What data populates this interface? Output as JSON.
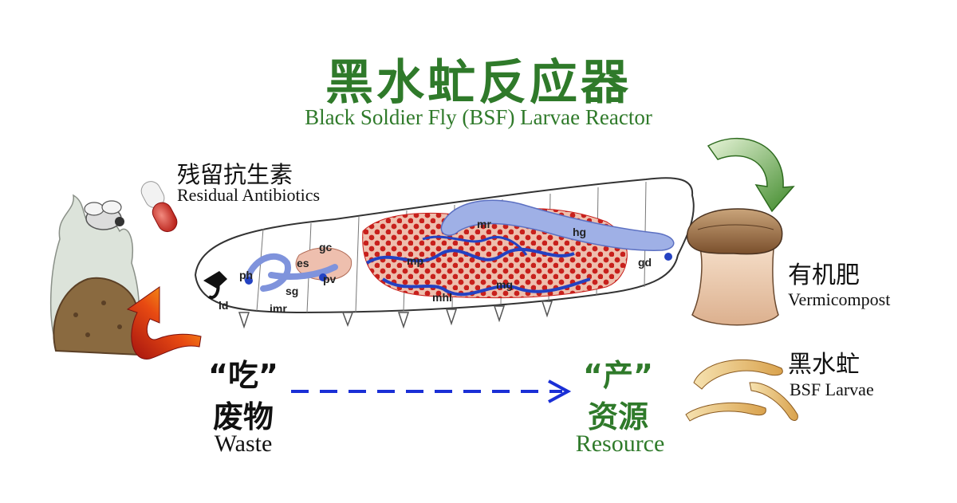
{
  "title": {
    "cn": "黑水虻反应器",
    "en": "Black Soldier Fly (BSF) Larvae Reactor"
  },
  "antibiotics": {
    "cn": "残留抗生素",
    "en": "Residual Antibiotics"
  },
  "vermicompost": {
    "cn": "有机肥",
    "en": "Vermicompost"
  },
  "larvae": {
    "cn": "黑水虻",
    "en": "BSF Larvae"
  },
  "waste": {
    "verb": "“吃”",
    "cn": "废物",
    "en": "Waste"
  },
  "resource": {
    "verb": "“产”",
    "cn": "资源",
    "en": "Resource"
  },
  "organs": [
    "ph",
    "es",
    "gc",
    "sg",
    "pv",
    "imr",
    "ld",
    "mp",
    "mhl",
    "mr",
    "hg",
    "mg",
    "gd"
  ],
  "colors": {
    "green": "#2f7a2a",
    "blue_arrow": "#1a2fd6",
    "gut_blue": "#6f86d6",
    "gut_red": "#c8201c"
  }
}
